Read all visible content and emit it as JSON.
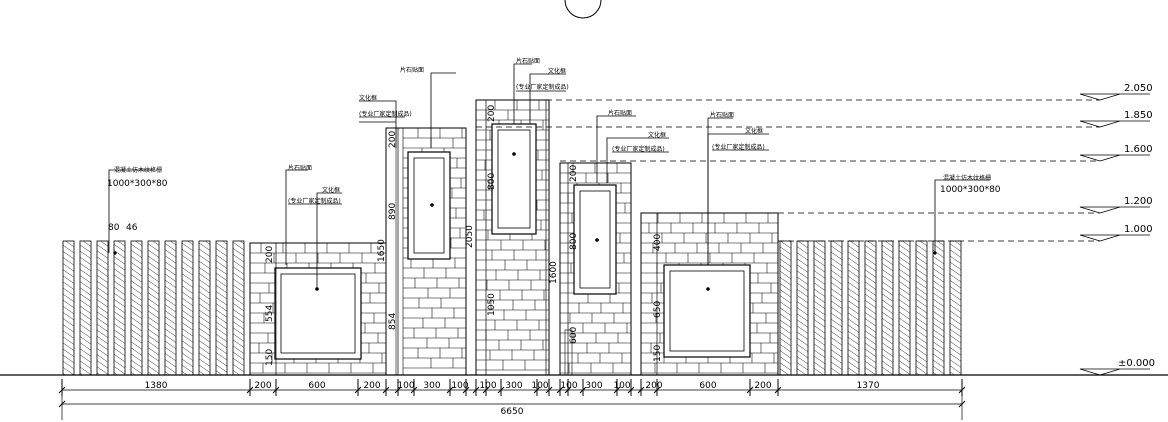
{
  "level_marks": [
    "2.050",
    "1.850",
    "1.600",
    "1.200",
    "1.000",
    "±0.000"
  ],
  "fences": {
    "left_label": "混凝土仿木纹格栅",
    "right_label": "混凝土仿木纹格栅",
    "size": "1000*300*80",
    "slat_width": "80",
    "slat_gap": "46"
  },
  "notes": {
    "stone": "片石贴面",
    "frame": "文化框",
    "frame_sub": "(专业厂家定制成品)"
  },
  "heights": {
    "h200": "200",
    "h554": "554",
    "h150": "150",
    "h890": "890",
    "h854": "854",
    "h1650": "1650",
    "h800": "800",
    "h1050": "1050",
    "h2050": "2050",
    "h600": "600",
    "h1600": "1600",
    "h400": "400",
    "h650": "650"
  },
  "bottom_dims": [
    "1380",
    "200",
    "600",
    "200",
    "100",
    "300",
    "100",
    "100",
    "300",
    "100",
    "100",
    "300",
    "100",
    "200",
    "600",
    "200",
    "1370"
  ],
  "overall_dim": "6650"
}
